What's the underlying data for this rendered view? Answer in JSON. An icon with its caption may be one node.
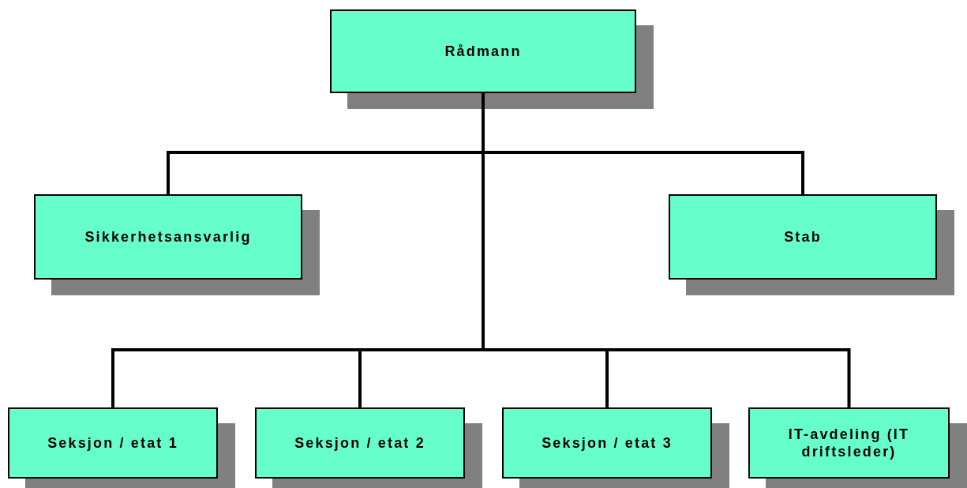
{
  "diagram": {
    "nodes": [
      {
        "text": [
          "Rådmann"
        ]
      },
      {
        "text": [
          "Sikkerhetsansvarlig"
        ]
      },
      {
        "text": [
          "Stab"
        ]
      },
      {
        "text": [
          "Seksjon / etat 1"
        ]
      },
      {
        "text": [
          "Seksjon / etat 2"
        ]
      },
      {
        "text": [
          "Seksjon / etat 3"
        ]
      },
      {
        "text": [
          "IT-avdeling (IT driftsleder)"
        ]
      }
    ],
    "edges": [
      {
        "from": 0,
        "to": 1,
        "arrow": "none"
      },
      {
        "from": 0,
        "to": 2,
        "arrow": "none"
      },
      {
        "from": 0,
        "to": 3,
        "arrow": "none"
      },
      {
        "from": 0,
        "to": 4,
        "arrow": "none"
      },
      {
        "from": 0,
        "to": 5,
        "arrow": "none"
      },
      {
        "from": 0,
        "to": 6,
        "arrow": "none"
      }
    ]
  }
}
